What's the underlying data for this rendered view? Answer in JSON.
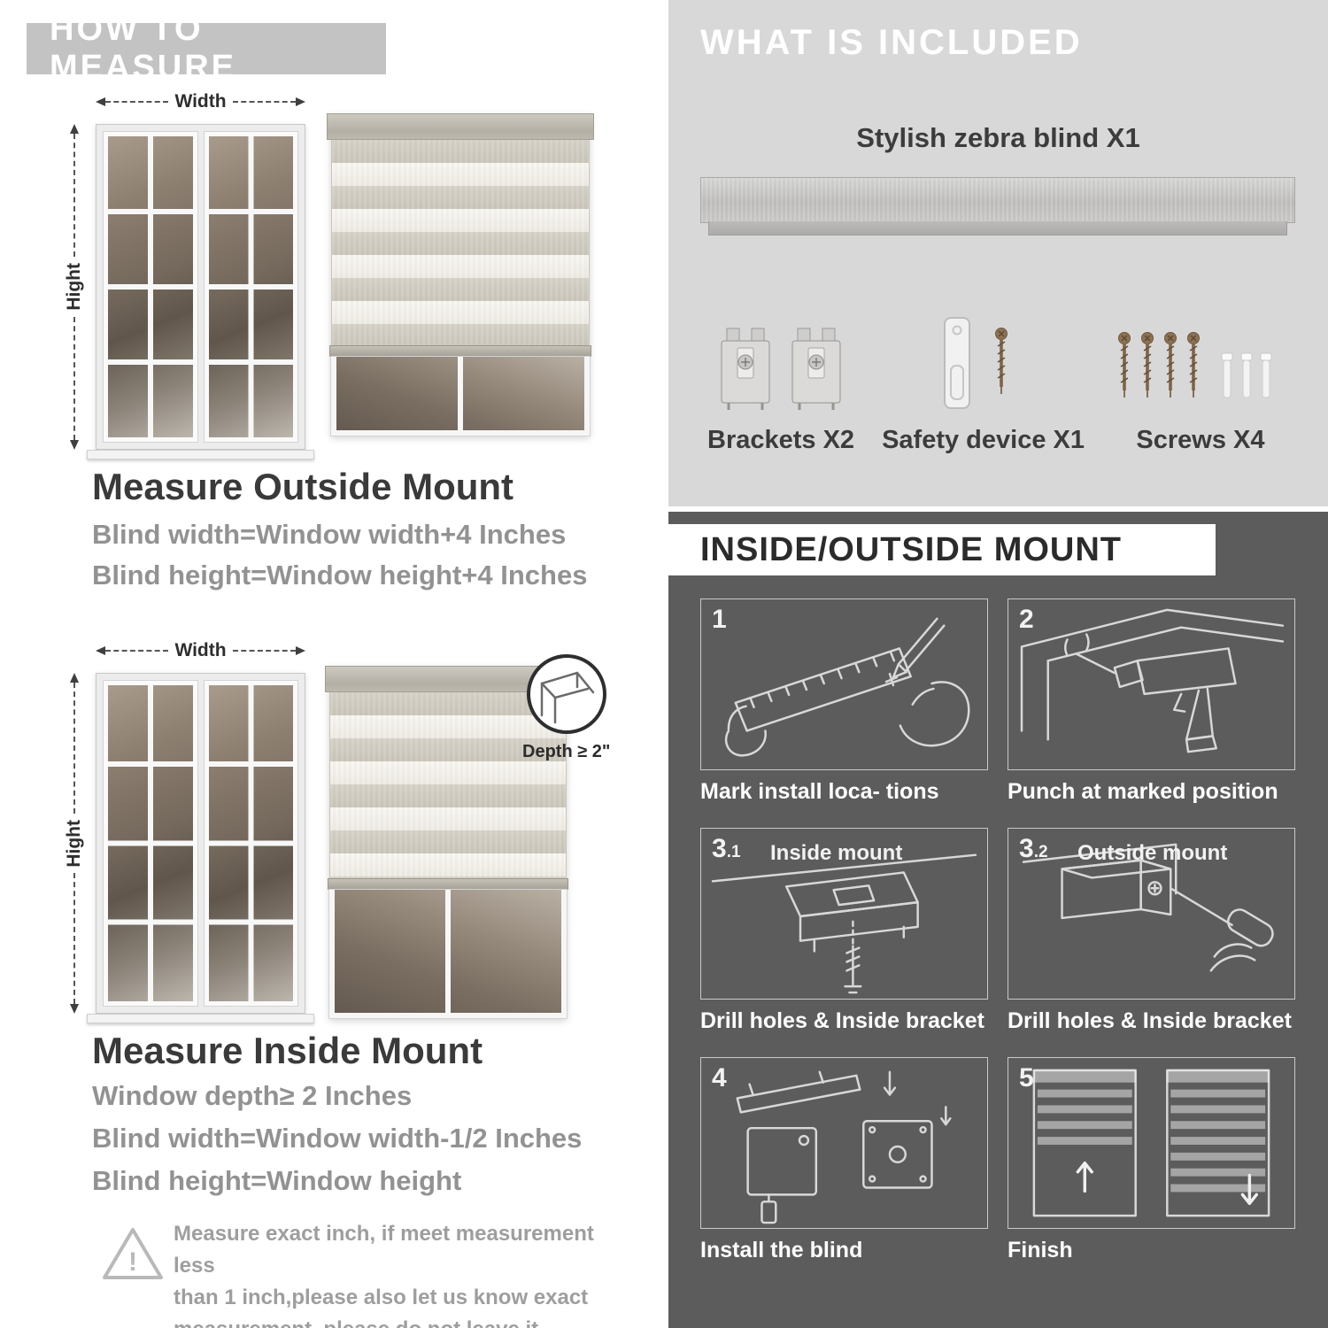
{
  "colors": {
    "header_bar": "#c3c3c3",
    "light_panel": "#d8d8d8",
    "dark_panel": "#5c5c5c",
    "heading_text": "#3a3a3a",
    "body_gray_text": "#929292"
  },
  "icons": {
    "warning": "triangle-exclamation",
    "depth_callout": "circle-corner-zoom",
    "width_arrow": "double-headed-dashed-arrow",
    "hight_arrow": "double-headed-dashed-arrow"
  },
  "left": {
    "header": "HOW TO MEASURE",
    "width_label": "Width",
    "hight_label": "Hight",
    "outside": {
      "heading": "Measure Outside Mount",
      "line1": "Blind width=Window width+4 Inches",
      "line2": "Blind height=Window height+4 Inches"
    },
    "inside": {
      "heading": "Measure Inside Mount",
      "line1": "Window depth≥ 2 Inches",
      "line2": "Blind width=Window width-1/2 Inches",
      "line3": "Blind height=Window height",
      "depth_label": "Depth ≥ 2\""
    },
    "warning": {
      "mark": "!",
      "line1": "Measure exact inch, if meet measurement less",
      "line2": "than 1 inch,please also let us know exact",
      "line3": "measurement, please do not leave it"
    }
  },
  "right": {
    "included": {
      "header": "WHAT IS INCLUDED",
      "blind_label": "Stylish zebra blind X1",
      "items": [
        {
          "label": "Brackets X2"
        },
        {
          "label": "Safety device X1"
        },
        {
          "label": "Screws X4"
        }
      ]
    },
    "mount": {
      "header": "INSIDE/OUTSIDE MOUNT",
      "steps": [
        {
          "num": "1",
          "sub": "",
          "tag": "",
          "caption": "Mark install loca- tions"
        },
        {
          "num": "2",
          "sub": "",
          "tag": "",
          "caption": "Punch at  marked position"
        },
        {
          "num": "3",
          "sub": ".1",
          "tag": "Inside mount",
          "caption": "Drill holes &  Inside bracket"
        },
        {
          "num": "3",
          "sub": ".2",
          "tag": "Outside mount",
          "caption": "Drill holes &  Inside bracket"
        },
        {
          "num": "4",
          "sub": "",
          "tag": "",
          "caption": "Install the blind"
        },
        {
          "num": "5",
          "sub": "",
          "tag": "",
          "caption": "Finish"
        }
      ]
    }
  }
}
